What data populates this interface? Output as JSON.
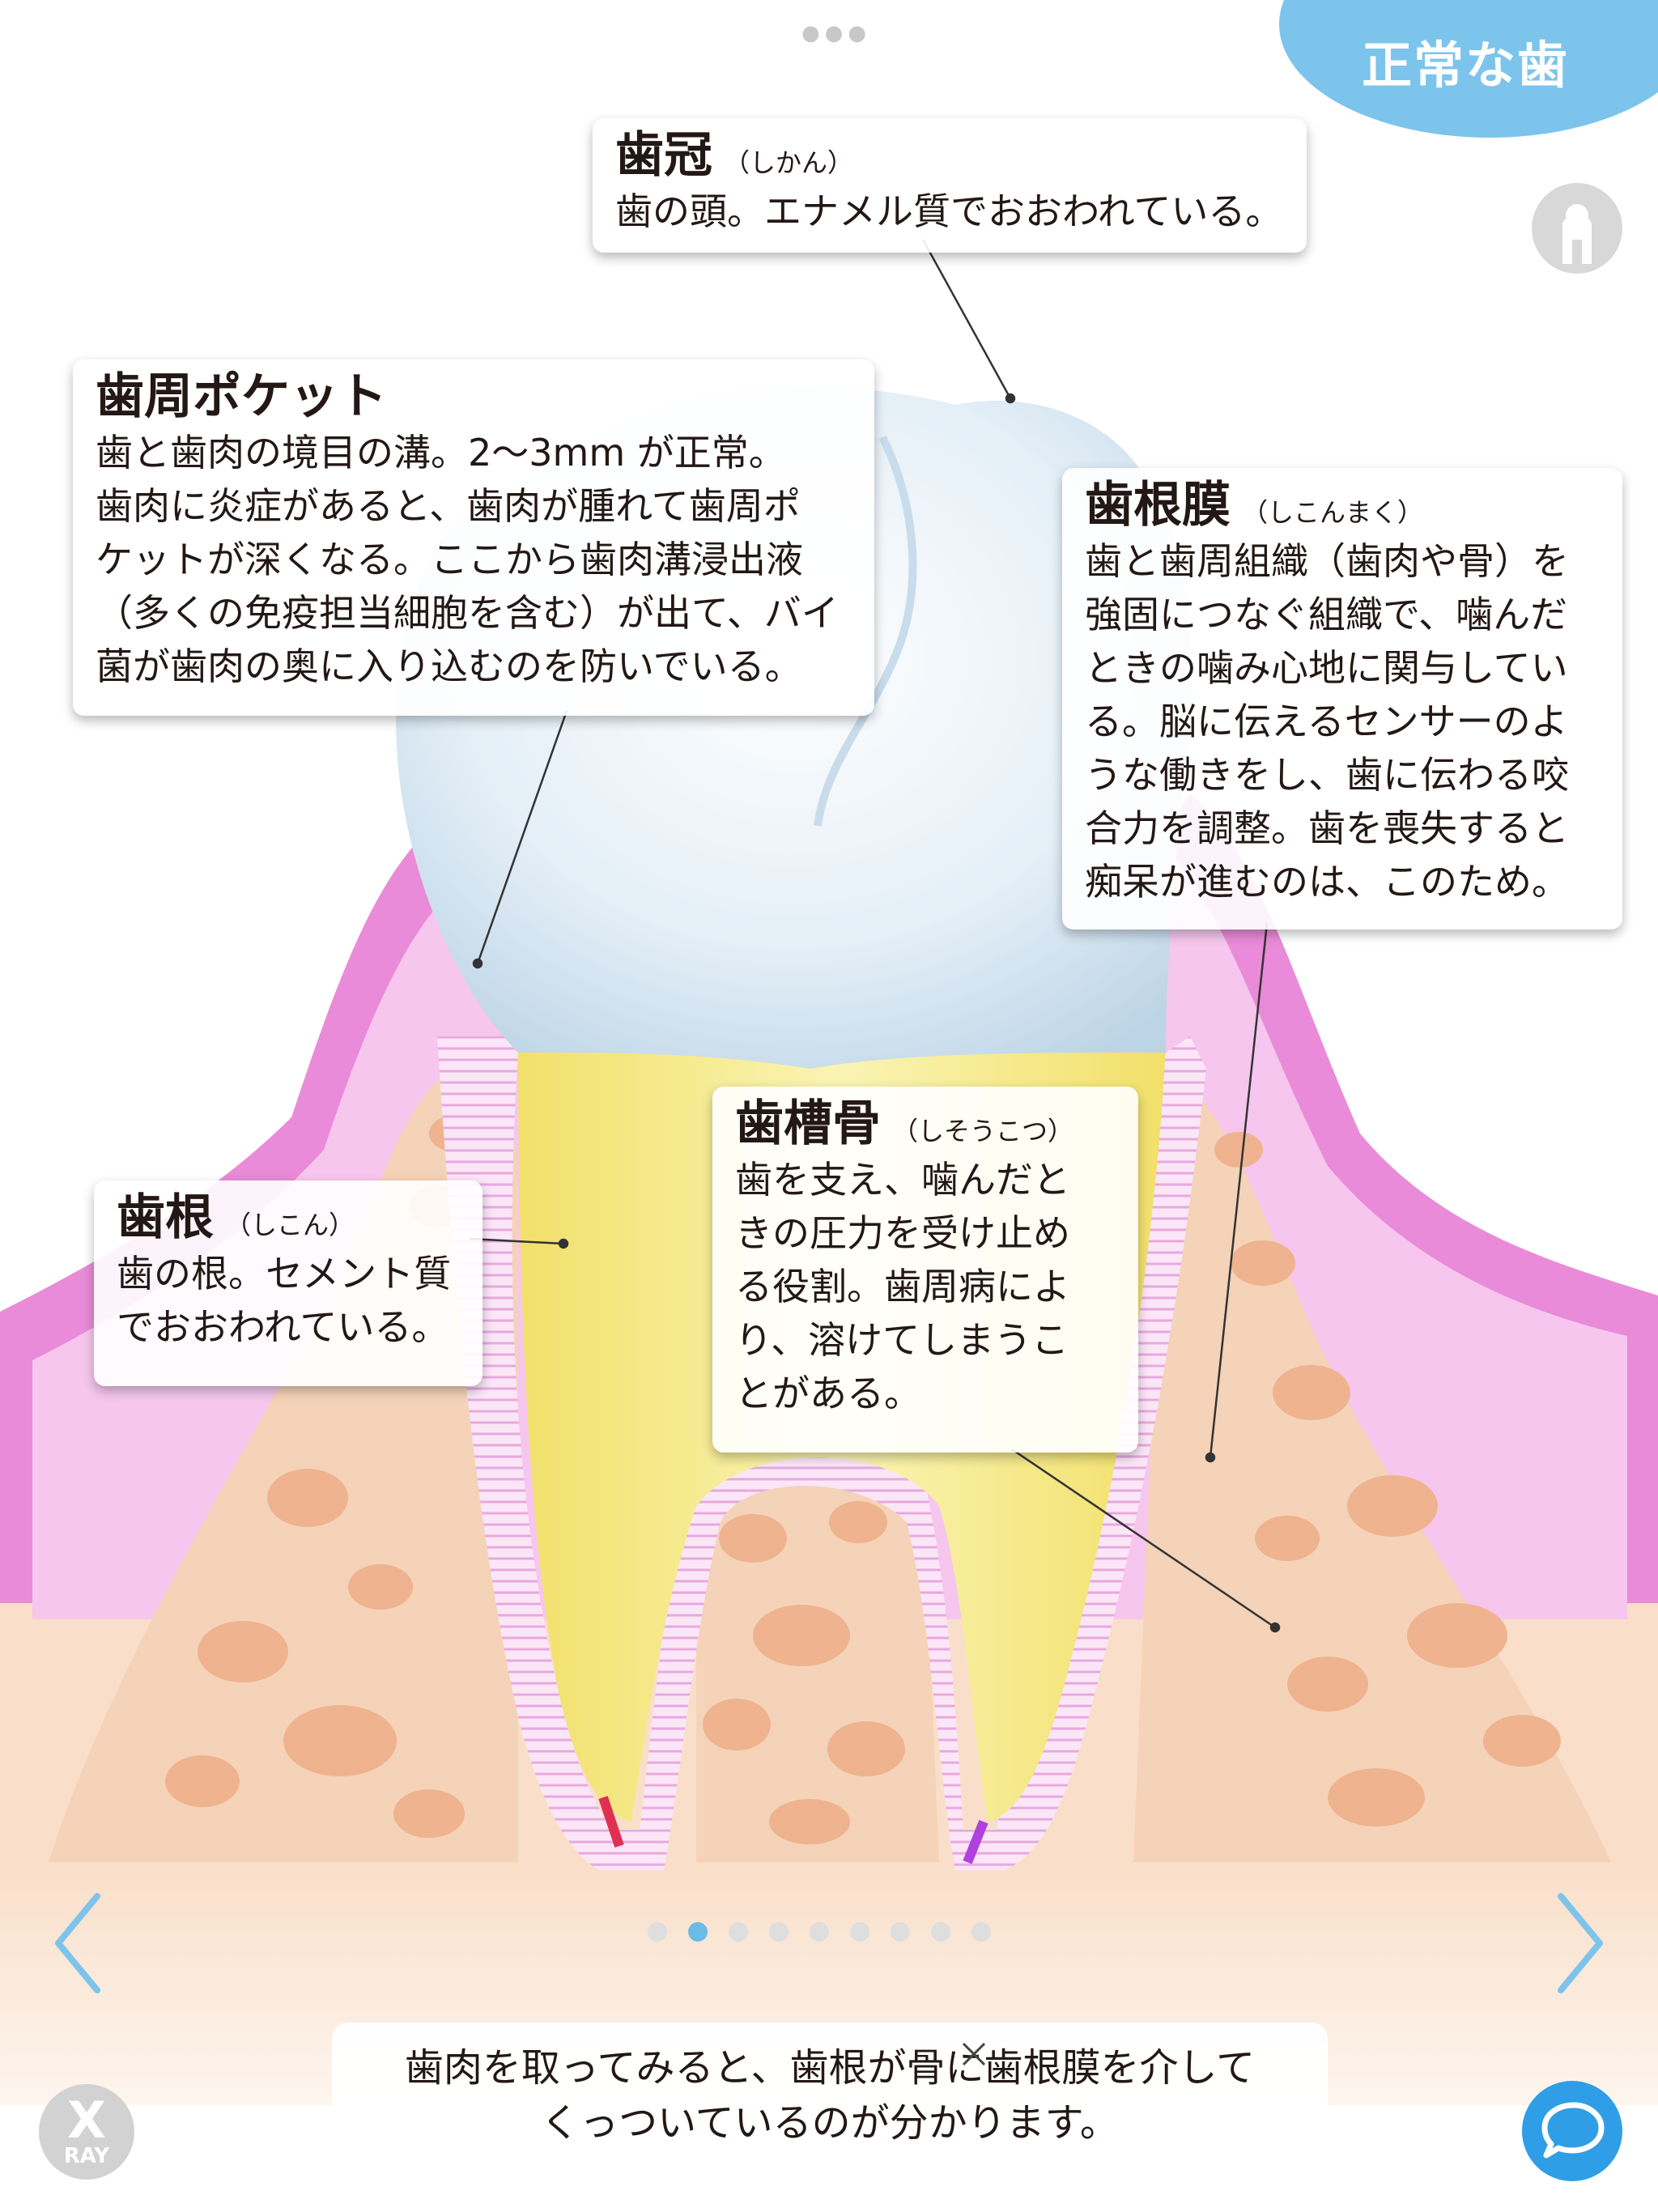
{
  "header": {
    "mode_badge": "正常な歯"
  },
  "labels": {
    "crown": {
      "title": "歯冠",
      "ruby": "（しかん）",
      "body": "歯の頭。エナメル質でおおわれている。"
    },
    "pocket": {
      "title": "歯周ポケット",
      "body": "歯と歯肉の境目の溝。2～3mm が正常。\n歯肉に炎症があると、歯肉が腫れて歯周ポ\nケットが深くなる。ここから歯肉溝浸出液\n（多くの免疫担当細胞を含む）が出て、バイ\n菌が歯肉の奥に入り込むのを防いでいる。"
    },
    "ligament": {
      "title": "歯根膜",
      "ruby": "（しこんまく）",
      "body": "歯と歯周組織（歯肉や骨）を\n強固につなぐ組織で、噛んだ\nときの噛み心地に関与してい\nる。脳に伝えるセンサーのよ\nうな働きをし、歯に伝わる咬\n合力を調整。歯を喪失すると\n痴呆が進むのは、このため。"
    },
    "bone": {
      "title": "歯槽骨",
      "ruby": "（しそうこつ）",
      "body": "歯を支え、噛んだと\nきの圧力を受け止め\nる役割。歯周病によ\nり、溶けてしまうこ\nとがある。"
    },
    "root": {
      "title": "歯根",
      "ruby": "（しこん）",
      "body": "歯の根。セメント質\nでおおわれている。"
    }
  },
  "pagination": {
    "total": 9,
    "current": 2
  },
  "caption": {
    "text": "歯肉を取ってみると、歯根が骨に歯根膜を介して\nくっついているのが分かります。"
  },
  "xray_button": {
    "line1": "X",
    "line2": "RAY"
  },
  "icons": {
    "profile": "profile-icon",
    "chat": "chat-bubble-icon",
    "prev": "chevron-left-icon",
    "next": "chevron-right-icon",
    "close": "close-icon"
  },
  "colors": {
    "accent": "#7cc4ec",
    "gum": "#e98bd8",
    "gum_light": "#f7c9ef",
    "bone": "#f5d3b8",
    "bone_dark": "#efb38f",
    "root": "#f4ec8e",
    "crown": "#dceaf4"
  }
}
